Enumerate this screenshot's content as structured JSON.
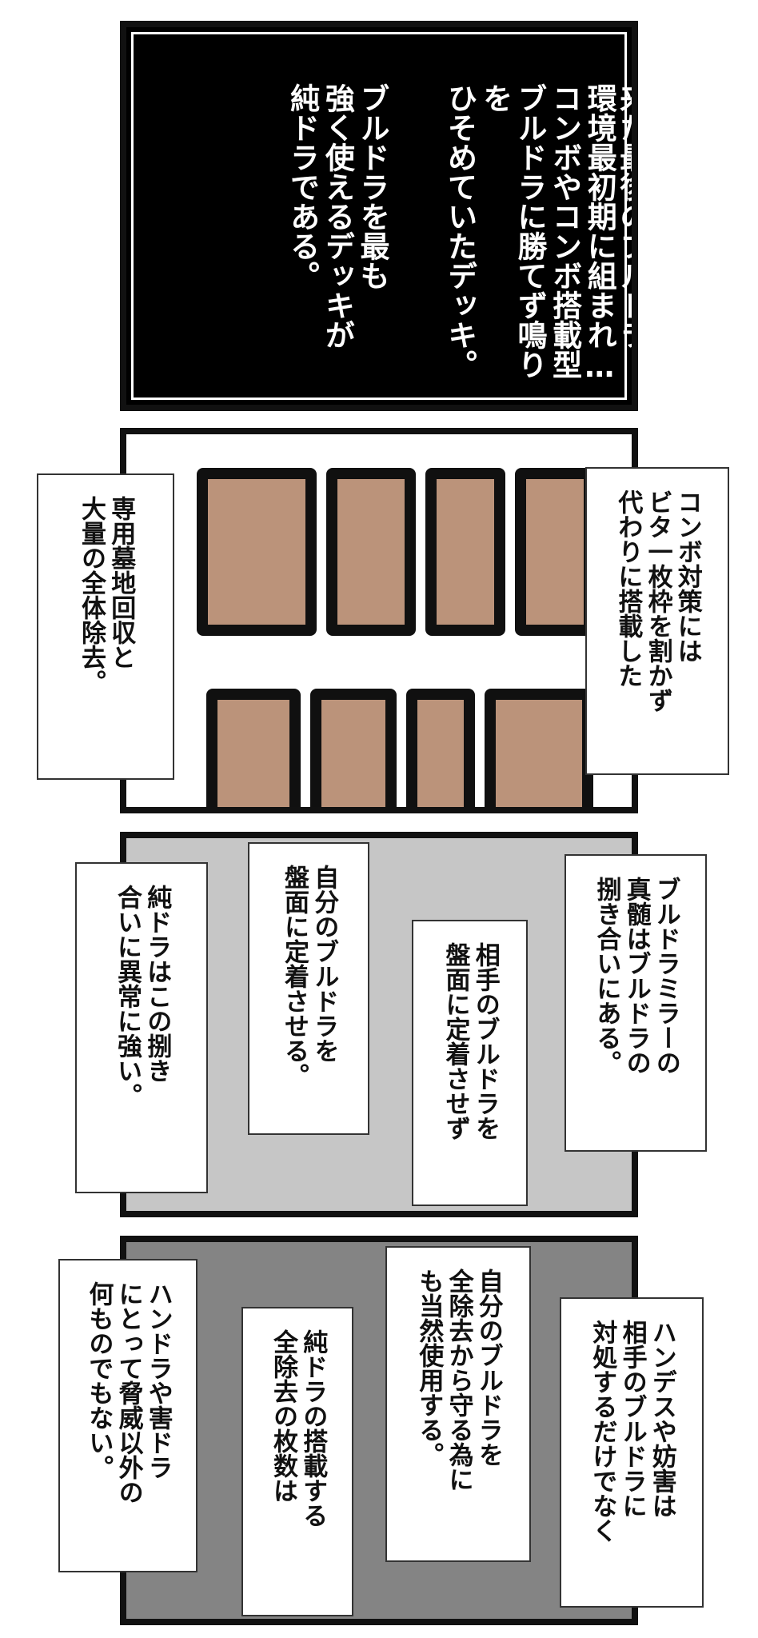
{
  "panel1": {
    "narration_1": "ハンドラと害ドラを\n喰らうために上がって\n来た最後のブルドラ。",
    "narration_2": "環境最初期に組まれ…\nコンボやコンボ搭載型\nブルドラに勝てず鳴りを\nひそめていたデッキ。",
    "narration_3": "ブルドラを最も\n強く使えるデッキが\n純ドラである。"
  },
  "panel2": {
    "caption_right": "コンボ対策には\nビタ一枚枠を割かず\n代わりに搭載した",
    "caption_left": "専用墓地回収と\n大量の全体除去。"
  },
  "panel3": {
    "caption_right": "ブルドラミラーの\n真髄はブルドラの\n捌き合いにある。",
    "caption_center": "相手のブルドラを\n盤面に定着させず",
    "caption_upper": "自分のブルドラを\n盤面に定着させる。",
    "caption_left": "純ドラはこの捌き\n合いに異常に強い。"
  },
  "panel4": {
    "caption_right": "ハンデスや妨害は\n相手のブルドラに\n対処するだけでなく",
    "caption_center": "自分のブルドラを\n全除去から守る為に\nも当然使用する。",
    "caption_middle": "純ドラの搭載する\n全除去の枚数は",
    "caption_left": "ハンドラや害ドラ\nにとって脅威以外の\n何ものでもない。"
  },
  "colors": {
    "panel1_background": "#000000",
    "panel2_background": "#ffffff",
    "panel3_background": "#c6c6c6",
    "panel4_background": "#848484",
    "card_fill": "#bb937a",
    "card_border": "#101010"
  }
}
